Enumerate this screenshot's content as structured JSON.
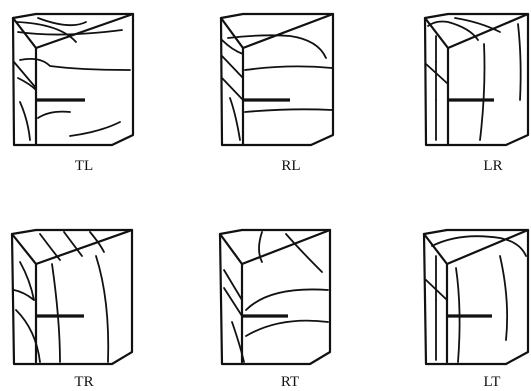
{
  "specimens": [
    {
      "label": "TL"
    },
    {
      "label": "RL"
    },
    {
      "label": "LR"
    },
    {
      "label": "TR"
    },
    {
      "label": "RT"
    },
    {
      "label": "LT"
    }
  ]
}
